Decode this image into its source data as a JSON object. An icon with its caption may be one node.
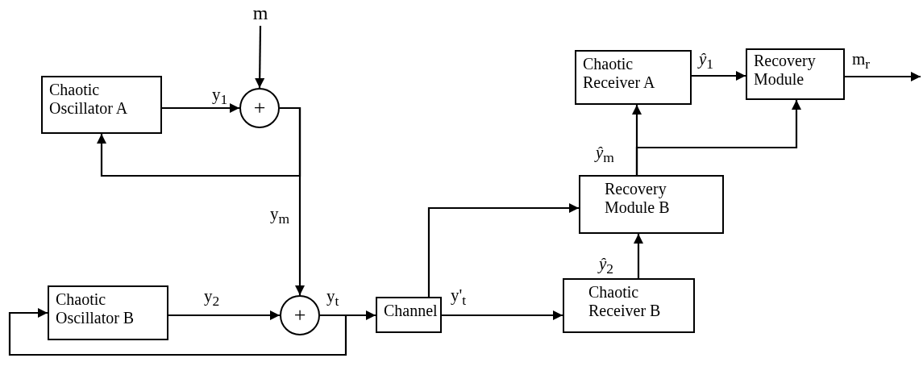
{
  "diagram": {
    "nodes": [
      {
        "text": [
          "m"
        ]
      },
      {
        "text": [
          "Chaotic Oscillator A"
        ]
      },
      {
        "text": [
          "+"
        ]
      },
      {
        "text": [
          "Chaotic Oscillator B"
        ]
      },
      {
        "text": [
          "+"
        ]
      },
      {
        "text": [
          "Channel"
        ]
      },
      {
        "text": [
          "Chaotic Receiver B"
        ]
      },
      {
        "text": [
          "Recovery Module B"
        ]
      },
      {
        "text": [
          "Chaotic Receiver A"
        ]
      },
      {
        "text": [
          "Recovery Module"
        ]
      }
    ],
    "edges": [
      {
        "from": 0,
        "to": 2,
        "arrow": "to"
      },
      {
        "from": 1,
        "to": 2,
        "arrow": "to",
        "label": "y$_{1}$"
      },
      {
        "from": 2,
        "to": 1,
        "arrow": "to"
      },
      {
        "from": 2,
        "to": 4,
        "arrow": "to",
        "label": "y$_{m}$"
      },
      {
        "from": 3,
        "to": 4,
        "arrow": "to",
        "label": "y$_{2}$"
      },
      {
        "from": 4,
        "to": 3,
        "arrow": "to"
      },
      {
        "from": 4,
        "to": 5,
        "arrow": "to",
        "label": "y$_{t}$"
      },
      {
        "from": 5,
        "to": 6,
        "arrow": "to",
        "label": "y'$_{t}$"
      },
      {
        "from": 5,
        "to": 7,
        "arrow": "to"
      },
      {
        "from": 6,
        "to": 7,
        "arrow": "to",
        "label": "*ŷ*$_{2}$"
      },
      {
        "from": 7,
        "to": 8,
        "arrow": "to",
        "label": "*ŷ*$_{m}$"
      },
      {
        "from": 7,
        "to": 9,
        "arrow": "to"
      },
      {
        "from": 8,
        "to": 9,
        "arrow": "to",
        "label": "*ŷ*$_{1}$"
      },
      {
        "from": 9,
        "to": null,
        "arrow": "to",
        "label": "m$_{r}$"
      }
    ]
  }
}
